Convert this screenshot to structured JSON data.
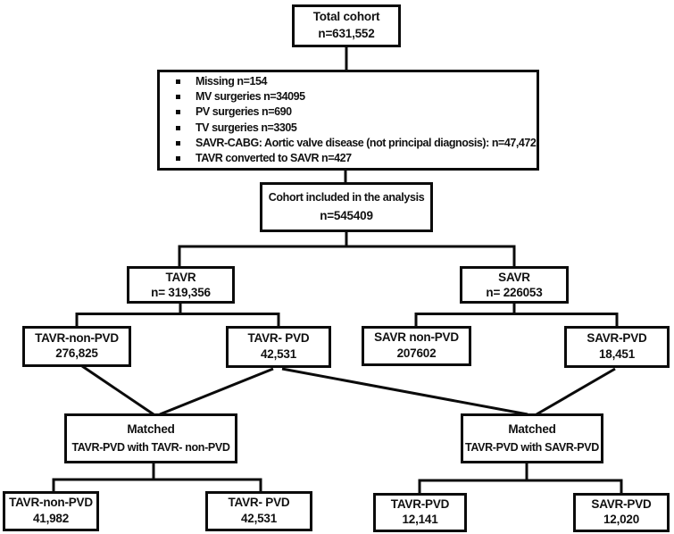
{
  "figure": {
    "type": "cohort-flow-diagram",
    "background_color": "#ffffff",
    "line_color": "#0b0b0b",
    "text_color": "#111111",
    "boxes": {
      "total_cohort": {
        "title": "Total cohort",
        "value": "n=631,552"
      },
      "exclusions": {
        "bullet_icon": "square-bullet",
        "items": [
          "Missing n=154",
          "MV surgeries n=34095",
          "PV surgeries n=690",
          "TV surgeries n=3305",
          "SAVR-CABG: Aortic valve disease (not principal diagnosis): n=47,472",
          "TAVR converted to SAVR n=427"
        ]
      },
      "included_cohort": {
        "title": "Cohort included in the analysis",
        "value": "n=545409"
      },
      "tavr": {
        "title": "TAVR",
        "value": "n= 319,356"
      },
      "savr": {
        "title": "SAVR",
        "value": "n= 226053"
      },
      "tavr_non_pvd": {
        "title": "TAVR-non-PVD",
        "value": "276,825"
      },
      "tavr_pvd": {
        "title": "TAVR- PVD",
        "value": "42,531"
      },
      "savr_non_pvd": {
        "title": "SAVR non-PVD",
        "value": "207602"
      },
      "savr_pvd": {
        "title": "SAVR-PVD",
        "value": "18,451"
      },
      "matched_tavr": {
        "title": "Matched",
        "value": "TAVR-PVD with TAVR- non-PVD"
      },
      "matched_savr": {
        "title": "Matched",
        "value": "TAVR-PVD with SAVR-PVD"
      },
      "matched_tavr_non_pvd": {
        "title": "TAVR-non-PVD",
        "value": "41,982"
      },
      "matched_tavr_pvd": {
        "title": "TAVR- PVD",
        "value": "42,531"
      },
      "matched2_tavr_pvd": {
        "title": "TAVR-PVD",
        "value": "12,141"
      },
      "matched2_savr_pvd": {
        "title": "SAVR-PVD",
        "value": "12,020"
      }
    }
  }
}
